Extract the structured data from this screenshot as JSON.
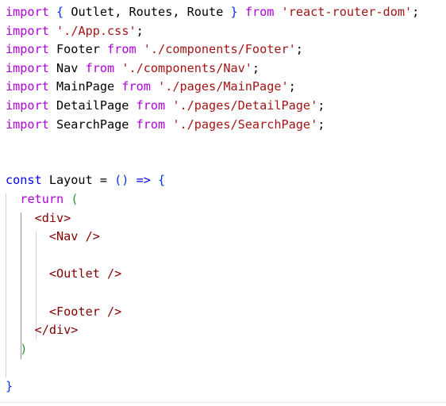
{
  "imports": [
    {
      "kw": "import",
      "pre": " ",
      "b1": "{",
      "names": " Outlet, Routes, Route ",
      "b2": "}",
      "sp": " ",
      "from": "from",
      "sp2": " ",
      "src": "'react-router-dom'",
      "end": ";"
    },
    {
      "kw": "import",
      "sp": " ",
      "src": "'./App.css'",
      "end": ";"
    },
    {
      "kw": "import",
      "name": " Footer ",
      "from": "from",
      "sp": " ",
      "src": "'./components/Footer'",
      "end": ";"
    },
    {
      "kw": "import",
      "name": " Nav ",
      "from": "from",
      "sp": " ",
      "src": "'./components/Nav'",
      "end": ";"
    },
    {
      "kw": "import",
      "name": " MainPage ",
      "from": "from",
      "sp": " ",
      "src": "'./pages/MainPage'",
      "end": ";"
    },
    {
      "kw": "import",
      "name": " DetailPage ",
      "from": "from",
      "sp": " ",
      "src": "'./pages/DetailPage'",
      "end": ";"
    },
    {
      "kw": "import",
      "name": " SearchPage ",
      "from": "from",
      "sp": " ",
      "src": "'./pages/SearchPage'",
      "end": ";"
    }
  ],
  "layout": {
    "const": "const",
    "name": " Layout = ",
    "parens": "()",
    "arrow": " => ",
    "open": "{",
    "close": "}",
    "return": "return",
    "ret_open": "(",
    "ret_close": ")",
    "div_open": "<div>",
    "div_close": "</div>",
    "nav": "<Nav />",
    "outlet": "<Outlet />",
    "footer": "<Footer />"
  }
}
